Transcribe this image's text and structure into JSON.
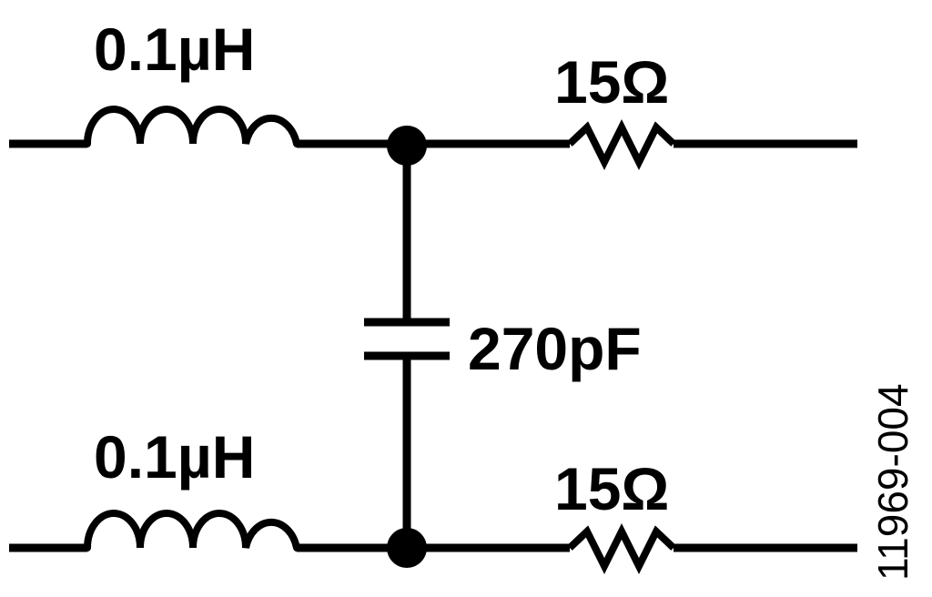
{
  "labels": {
    "inductor_top": "0.1µH",
    "inductor_bottom": "0.1µH",
    "resistor_top": "15Ω",
    "resistor_bottom": "15Ω",
    "capacitor": "270pF",
    "figure_id": "11969-004"
  }
}
